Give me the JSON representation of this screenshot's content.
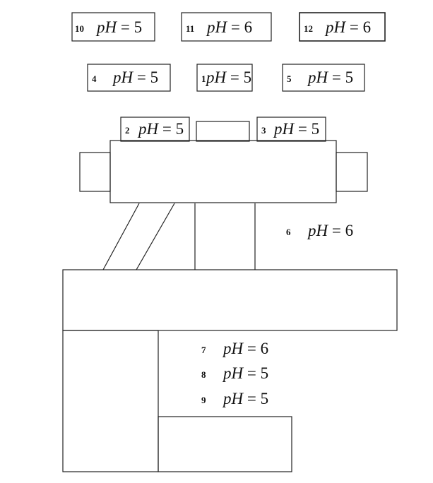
{
  "labels": [
    {
      "id": "10",
      "number": "10",
      "var": "pH",
      "rel": " = ",
      "value": "5"
    },
    {
      "id": "11",
      "number": "11",
      "var": "pH",
      "rel": " = ",
      "value": "6"
    },
    {
      "id": "12",
      "number": "12",
      "var": "pH",
      "rel": " = ",
      "value": "6"
    },
    {
      "id": "4",
      "number": "4",
      "var": "pH",
      "rel": " = ",
      "value": "5"
    },
    {
      "id": "1",
      "number": "1",
      "var": "pH",
      "rel": " = ",
      "value": "5"
    },
    {
      "id": "5",
      "number": "5",
      "var": "pH",
      "rel": " = ",
      "value": "5"
    },
    {
      "id": "2",
      "number": "2",
      "var": "pH",
      "rel": " = ",
      "value": "5"
    },
    {
      "id": "3",
      "number": "3",
      "var": "pH",
      "rel": " = ",
      "value": "5"
    },
    {
      "id": "6",
      "number": "6",
      "var": "pH",
      "rel": " = ",
      "value": "6"
    },
    {
      "id": "7",
      "number": "7",
      "var": "pH",
      "rel": " = ",
      "value": "6"
    },
    {
      "id": "8",
      "number": "8",
      "var": "pH",
      "rel": " = ",
      "value": "5"
    },
    {
      "id": "9",
      "number": "9",
      "var": "pH",
      "rel": " = ",
      "value": "5"
    }
  ]
}
